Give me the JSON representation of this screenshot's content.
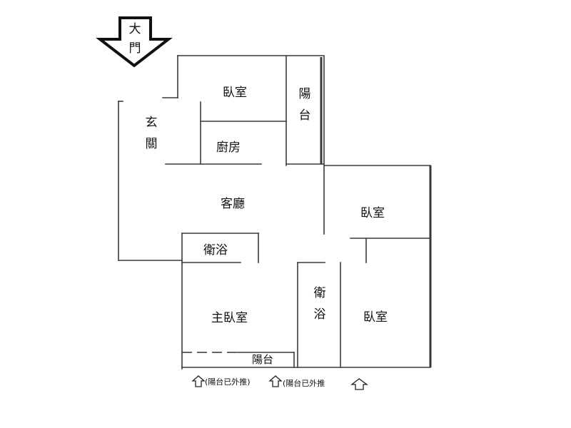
{
  "entrance": {
    "chars": [
      "大",
      "門"
    ]
  },
  "rooms": {
    "bedroom_top": "臥室",
    "balcony_top": [
      "陽",
      "台"
    ],
    "foyer": [
      "玄",
      "關"
    ],
    "kitchen": "廚房",
    "living_room": "客廳",
    "bathroom_left": "衛浴",
    "bedroom_right_upper": "臥室",
    "bathroom_center": [
      "衛",
      "浴"
    ],
    "master_bedroom": "主臥室",
    "bedroom_right_lower": "臥室",
    "balcony_bottom": "陽台"
  },
  "notes": {
    "balcony_extended_1": "(陽台已外推)",
    "balcony_extended_2": "(陽台已外推"
  },
  "icons": [
    "entrance-arrow-icon",
    "up-arrow-icon"
  ]
}
